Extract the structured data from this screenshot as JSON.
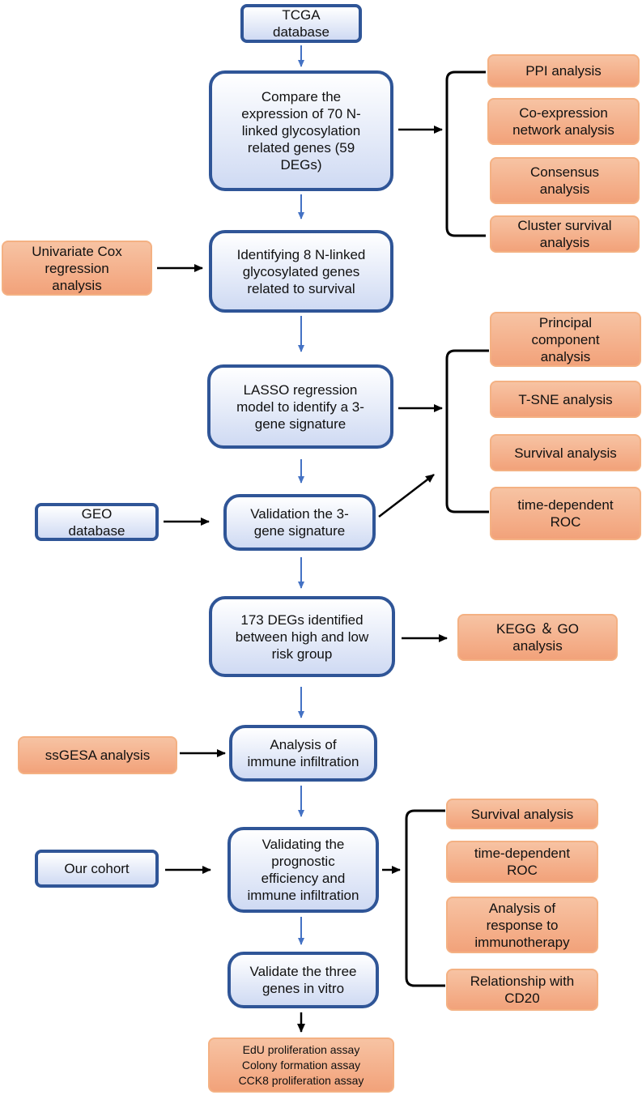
{
  "colors": {
    "blue_border": "#2f5597",
    "blue_fill": "#cfdaf3",
    "orange_fill": "#f5b18b",
    "orange_border": "#f4b183",
    "blue_arrow": "#4472c4",
    "black_arrow": "#000000"
  },
  "main_flow": {
    "tcga": "TCGA\ndatabase",
    "compare": "Compare the\nexpression of 70 N-\nlinked glycosylation\nrelated genes (59\nDEGs)",
    "identify": "Identifying 8 N-linked\nglycosylated genes\nrelated to survival",
    "lasso": "LASSO regression\nmodel to identify a 3-\ngene signature",
    "validation": "Validation the 3-\ngene signature",
    "degs": "173 DEGs identified\nbetween high and low\nrisk group",
    "immune": "Analysis of\nimmune infiltration",
    "validating": "Validating the\nprognostic\nefficiency and\nimmune infiltration",
    "vitro": "Validate the three\ngenes in vitro",
    "assays": "EdU proliferation assay\nColony formation assay\nCCK8 proliferation assay"
  },
  "inputs": {
    "univariate": "Univariate Cox\nregression\nanalysis",
    "geo": "GEO\ndatabase",
    "ssgesa": "ssGESA analysis",
    "cohort": "Our cohort"
  },
  "group1": {
    "items": [
      "PPI analysis",
      "Co-expression\nnetwork analysis",
      "Consensus\nanalysis",
      "Cluster survival\nanalysis"
    ]
  },
  "group2": {
    "items": [
      "Principal\ncomponent\nanalysis",
      "T-SNE analysis",
      "Survival analysis",
      "time-dependent\nROC"
    ]
  },
  "kegg": "KEGG ＆ GO\nanalysis",
  "group3": {
    "items": [
      "Survival analysis",
      "time-dependent\nROC",
      "Analysis of\nresponse to\nimmunotherapy",
      "Relationship with\nCD20"
    ]
  }
}
